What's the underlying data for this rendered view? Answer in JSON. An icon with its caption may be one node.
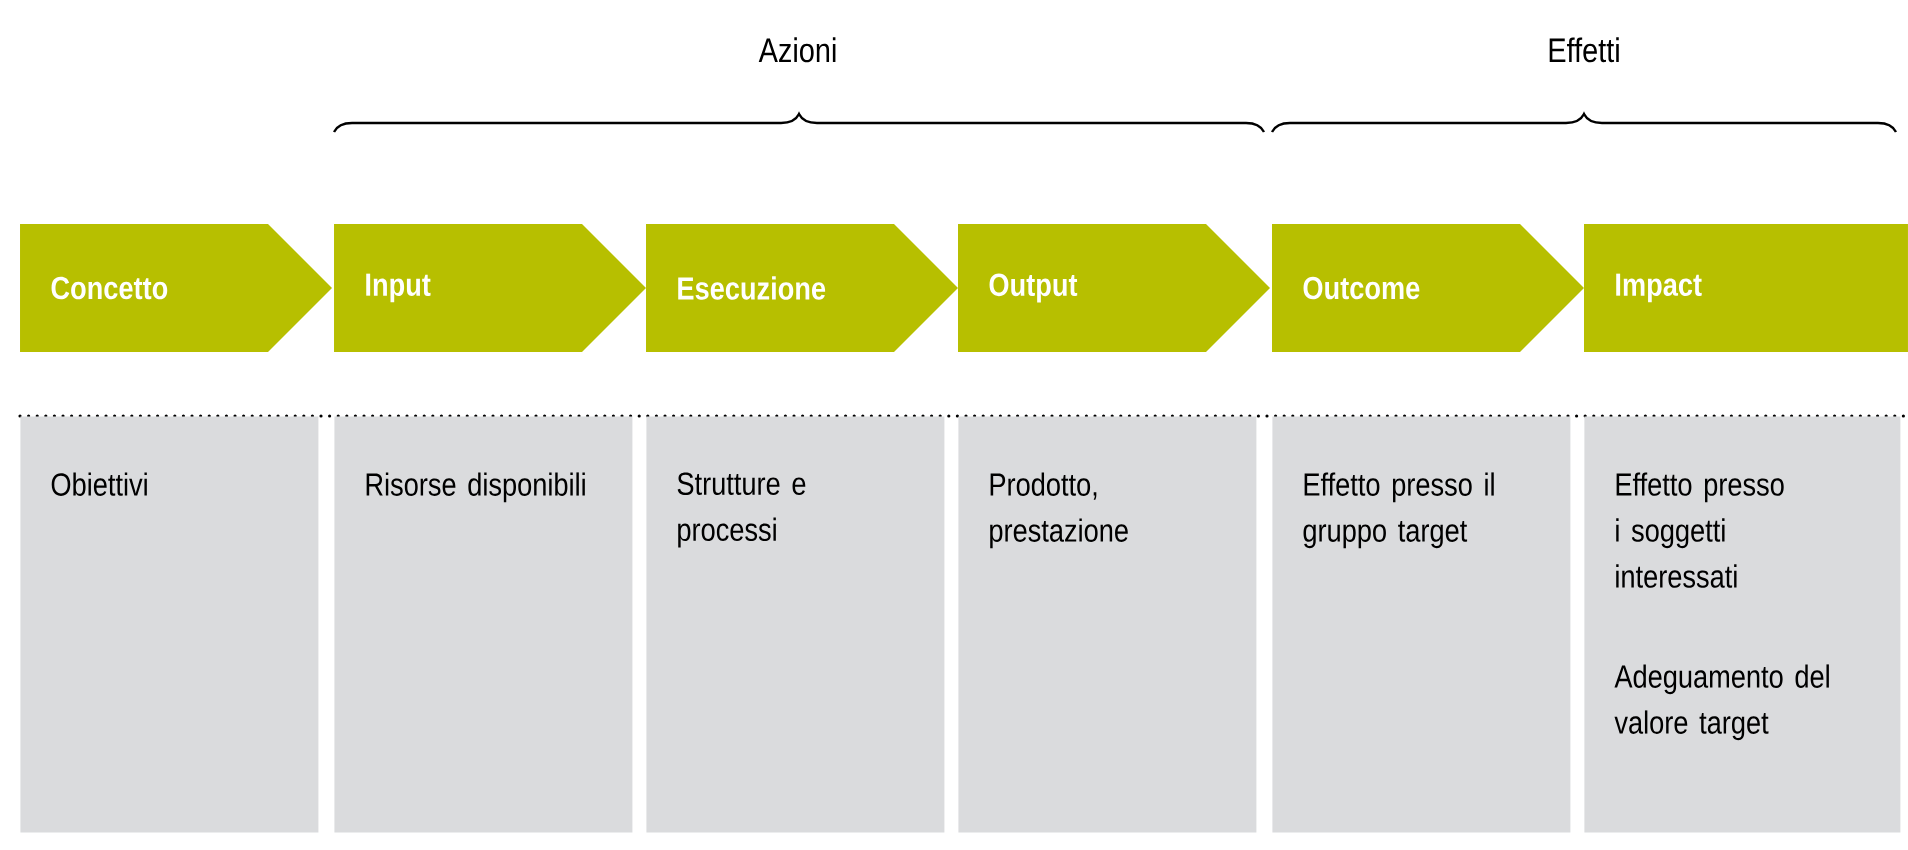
{
  "diagram": {
    "nodes": [
      {
        "text": [
          "Concetto"
        ]
      },
      {
        "text": [
          "Input"
        ]
      },
      {
        "text": [
          "Esecuzione"
        ]
      },
      {
        "text": [
          "Output"
        ]
      },
      {
        "text": [
          "Outcome"
        ]
      },
      {
        "text": [
          "Impact"
        ]
      },
      {
        "text": [
          "Obiettivi"
        ]
      },
      {
        "text": [
          "Risorse disponibili"
        ]
      },
      {
        "text": [
          "Strutture e processi"
        ]
      },
      {
        "text": [
          "Prodotto, prestazione"
        ]
      },
      {
        "text": [
          "Effetto presso il gruppo target"
        ]
      },
      {
        "text": [
          "Effetto presso i soggetti interessati",
          "Adeguamento del valore target"
        ]
      }
    ],
    "labels": [
      "Azioni",
      "Effetti"
    ]
  }
}
